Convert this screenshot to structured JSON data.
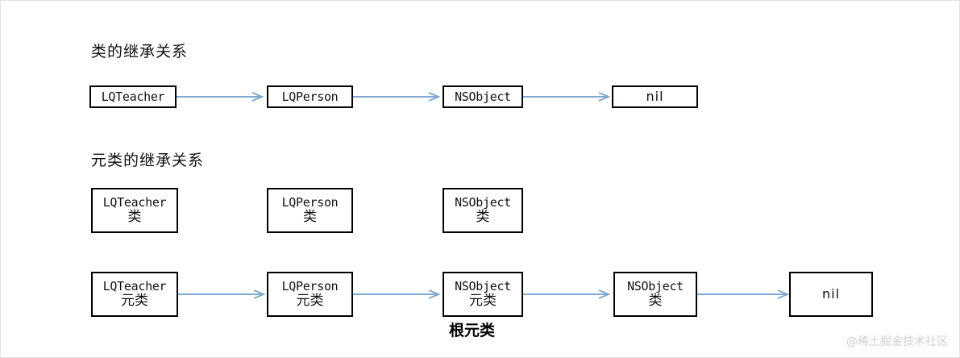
{
  "diagram": {
    "sections": [
      {
        "id": "class-inheritance",
        "title": "类的继承关系"
      },
      {
        "id": "metaclass-inheritance",
        "title": "元类的继承关系"
      }
    ],
    "colors": {
      "arrow": "#7FA8D0",
      "box_border": "#000000",
      "text": "#111111",
      "canvas_border": "#e3e3e3",
      "watermark": "#cfcfcf"
    },
    "rows": {
      "class_chain": {
        "nodes": [
          {
            "line1": "LQTeacher",
            "line2": ""
          },
          {
            "line1": "LQPerson",
            "line2": ""
          },
          {
            "line1": "NSObject",
            "line2": ""
          },
          {
            "line1": "nil",
            "line2": ""
          }
        ]
      },
      "class_objects": {
        "nodes": [
          {
            "line1": "LQTeacher",
            "line2": "类"
          },
          {
            "line1": "LQPerson",
            "line2": "类"
          },
          {
            "line1": "NSObject",
            "line2": "类"
          }
        ]
      },
      "metaclass_chain": {
        "nodes": [
          {
            "line1": "LQTeacher",
            "line2": "元类"
          },
          {
            "line1": "LQPerson",
            "line2": "元类"
          },
          {
            "line1": "NSObject",
            "line2": "元类"
          },
          {
            "line1": "NSObject",
            "line2": "类"
          },
          {
            "line1": "nil",
            "line2": ""
          }
        ]
      }
    },
    "annotations": {
      "root_metaclass": "根元类"
    },
    "watermark": "@稀土掘金技术社区"
  }
}
